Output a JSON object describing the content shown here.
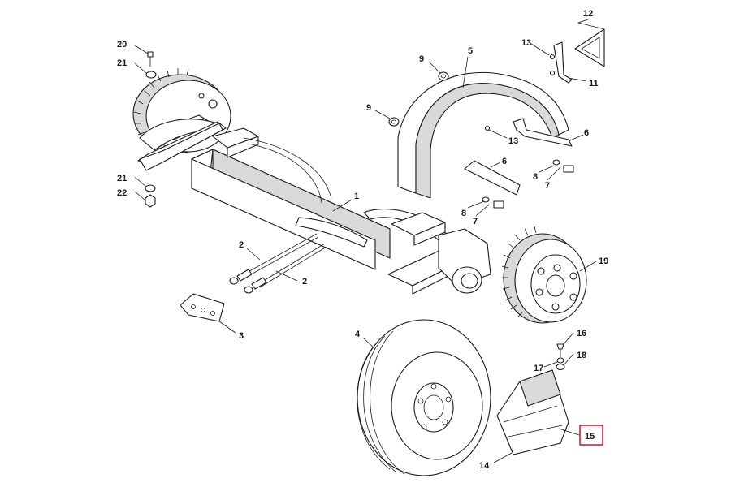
{
  "diagram": {
    "highlight_color": "#d0021b",
    "highlighted_callout": "15",
    "callouts": {
      "c1": "1",
      "c2a": "2",
      "c2b": "2",
      "c3": "3",
      "c4": "4",
      "c5": "5",
      "c6a": "6",
      "c6b": "6",
      "c7a": "7",
      "c7b": "7",
      "c8a": "8",
      "c8b": "8",
      "c9a": "9",
      "c9b": "9",
      "c11": "11",
      "c12": "12",
      "c13a": "13",
      "c13b": "13",
      "c14": "14",
      "c15": "15",
      "c16": "16",
      "c17": "17",
      "c18": "18",
      "c19": "19",
      "c20": "20",
      "c21a": "21",
      "c21b": "21",
      "c22": "22"
    }
  }
}
